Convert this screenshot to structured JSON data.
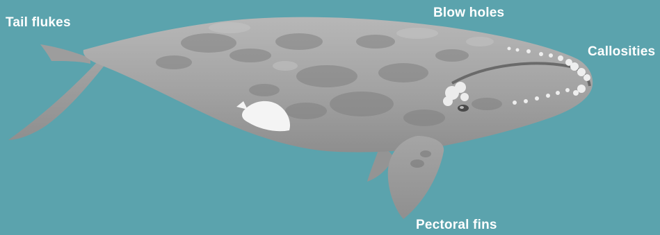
{
  "labels": {
    "tail_flukes": "Tail flukes",
    "blow_holes": "Blow holes",
    "callosities": "Callosities",
    "pectoral_fins": "Pectoral fins"
  },
  "colors": {
    "background": "#5ba3ad",
    "body": "#a9a9a9",
    "mottling": "#7f7f7f",
    "belly_patch": "#f4f4f4",
    "callosity": "#eeeeee",
    "label_text": "#ffffff"
  }
}
